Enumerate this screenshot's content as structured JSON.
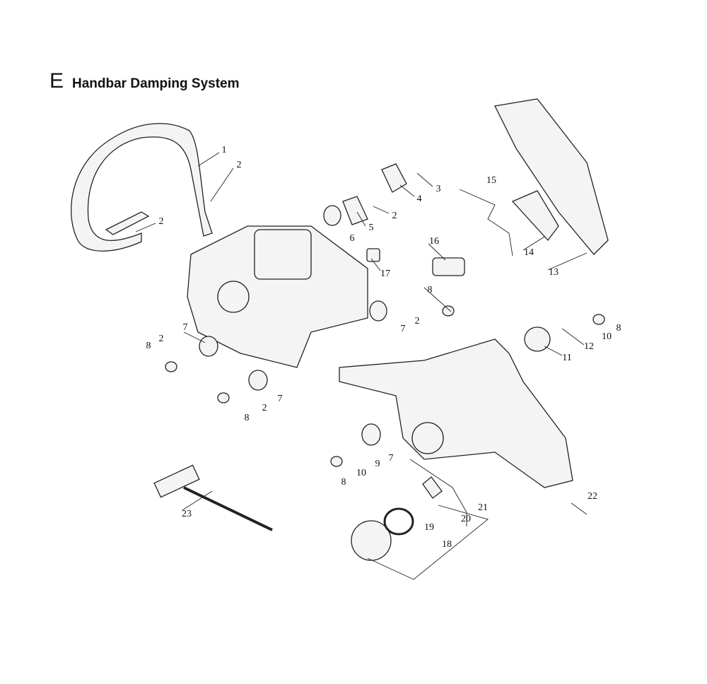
{
  "title": {
    "letter": "E",
    "text": "Handbar Damping System"
  },
  "callouts": [
    "1",
    "2",
    "2",
    "3",
    "4",
    "2",
    "15",
    "5",
    "6",
    "16",
    "14",
    "13",
    "17",
    "8",
    "2",
    "7",
    "7",
    "2",
    "8",
    "12",
    "10",
    "8",
    "11",
    "2",
    "7",
    "8",
    "7",
    "9",
    "10",
    "8",
    "21",
    "20",
    "22",
    "19",
    "18",
    "23"
  ]
}
